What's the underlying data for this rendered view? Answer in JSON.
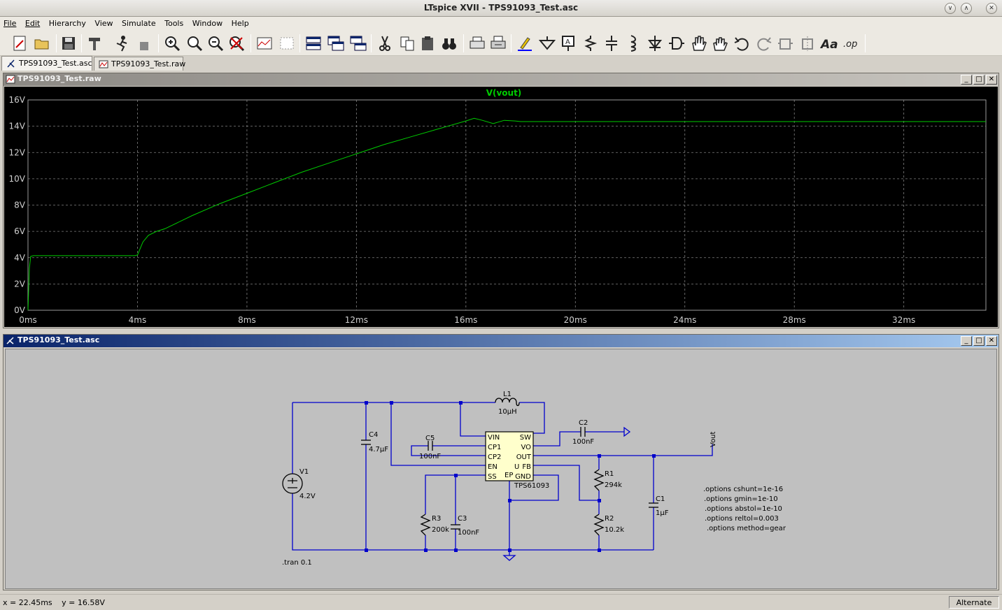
{
  "window": {
    "title": "LTspice XVII - TPS91093_Test.asc"
  },
  "menu": [
    "File",
    "Edit",
    "Hierarchy",
    "View",
    "Simulate",
    "Tools",
    "Window",
    "Help"
  ],
  "tabs": [
    {
      "label": "TPS91093_Test.asc",
      "active": true
    },
    {
      "label": "TPS91093_Test.raw",
      "active": false
    }
  ],
  "plot_window": {
    "title": "TPS91093_Test.raw"
  },
  "schematic_window": {
    "title": "TPS91093_Test.asc"
  },
  "chart_data": {
    "type": "line",
    "title": "",
    "trace_label": "V(vout)",
    "trace_color": "#00cc00",
    "xlabel": "",
    "ylabel": "",
    "xlim": [
      0,
      35
    ],
    "ylim": [
      0,
      16
    ],
    "x_unit": "ms",
    "y_unit": "V",
    "x_ticks": [
      0,
      4,
      8,
      12,
      16,
      20,
      24,
      28,
      32
    ],
    "x_tick_labels": [
      "0ms",
      "4ms",
      "8ms",
      "12ms",
      "16ms",
      "20ms",
      "24ms",
      "28ms",
      "32ms"
    ],
    "y_ticks": [
      0,
      2,
      4,
      6,
      8,
      10,
      12,
      14,
      16
    ],
    "y_tick_labels": [
      "0V",
      "2V",
      "4V",
      "6V",
      "8V",
      "10V",
      "12V",
      "14V",
      "16V"
    ],
    "grid": true,
    "series": [
      {
        "name": "V(vout)",
        "x": [
          0,
          0.05,
          0.1,
          0.2,
          1,
          2,
          3,
          3.9,
          4.0,
          4.1,
          4.2,
          4.4,
          4.7,
          5,
          6,
          7,
          8,
          9,
          10,
          11,
          12,
          13,
          14,
          15,
          16,
          16.3,
          16.6,
          17,
          17.4,
          17.8,
          18,
          19,
          20,
          22,
          24,
          26,
          28,
          30,
          32,
          35
        ],
        "y": [
          0,
          3.2,
          4.1,
          4.15,
          4.15,
          4.15,
          4.15,
          4.15,
          4.2,
          4.7,
          5.2,
          5.7,
          6.0,
          6.2,
          7.2,
          8.1,
          8.9,
          9.7,
          10.5,
          11.2,
          11.9,
          12.6,
          13.2,
          13.8,
          14.4,
          14.6,
          14.45,
          14.2,
          14.45,
          14.4,
          14.35,
          14.35,
          14.35,
          14.35,
          14.35,
          14.35,
          14.35,
          14.35,
          14.35,
          14.35
        ]
      }
    ]
  },
  "schematic": {
    "components": {
      "L1": {
        "ref": "L1",
        "value": "10µH"
      },
      "C2": {
        "ref": "C2",
        "value": "100nF"
      },
      "C4": {
        "ref": "C4",
        "value": "4.7µF"
      },
      "C5": {
        "ref": "C5",
        "value": "100nF"
      },
      "V1": {
        "ref": "V1",
        "value": "4.2V"
      },
      "R3": {
        "ref": "R3",
        "value": "200k"
      },
      "C3": {
        "ref": "C3",
        "value": "100nF"
      },
      "R1": {
        "ref": "R1",
        "value": "294k"
      },
      "R2": {
        "ref": "R2",
        "value": "10.2k"
      },
      "C1": {
        "ref": "C1",
        "value": "1µF"
      }
    },
    "ic": {
      "name": "TPS61093",
      "pins_left": [
        "VIN",
        "CP1",
        "CP2",
        "EN",
        "SS"
      ],
      "pins_right": [
        "SW",
        "VO",
        "OUT",
        "FB",
        "GND"
      ],
      "pin_uf": "U",
      "pin_ep": "EP"
    },
    "net_label": "Vout",
    "tran_directive": ".tran 0.1",
    "options": [
      ".options cshunt=1e-16",
      ".options gmin=1e-10",
      ".options abstol=1e-10",
      ".options reltol=0.003",
      ".options method=gear"
    ]
  },
  "status": {
    "x": "x = 22.45ms",
    "y": "y = 16.58V",
    "mode": "Alternate"
  }
}
